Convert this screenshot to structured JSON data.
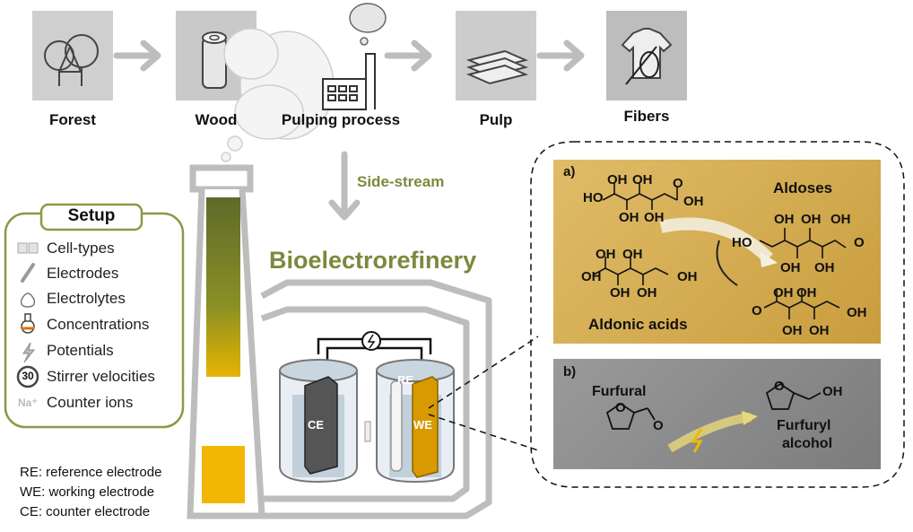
{
  "process": {
    "stages": [
      "Forest",
      "Wood",
      "Pulping process",
      "Pulp",
      "Fibers"
    ],
    "side_stream": "Side-stream"
  },
  "title": "Bioelectrorefinery",
  "setup": {
    "title": "Setup",
    "items": [
      "Cell-types",
      "Electrodes",
      "Electrolytes",
      "Concentrations",
      "Potentials",
      "Stirrer velocities",
      "Counter ions"
    ],
    "stirrer_badge": "30",
    "counter_ion_badge": "Na⁺"
  },
  "cell": {
    "ce": "CE",
    "re": "RE",
    "we": "WE"
  },
  "legend": [
    "RE: reference electrode",
    "WE: working electrode",
    "CE: counter electrode"
  ],
  "panel_a": {
    "label": "a)",
    "aldoses": "Aldoses",
    "aldonic_acids": "Aldonic acids",
    "groups": {
      "oh": "OH",
      "ho": "HO",
      "o": "O"
    }
  },
  "panel_b": {
    "label": "b)",
    "furfural": "Furfural",
    "furfuryl_line1": "Furfuryl",
    "furfuryl_line2": "alcohol",
    "groups": {
      "o": "O",
      "oh": "OH"
    }
  },
  "colors": {
    "arrow_gray": "#bdbdbd",
    "olive": "#7a8a3c",
    "chimney_green": "#5e6b2a",
    "yellow": "#f2b705",
    "panel_gold": "#d9b35a",
    "panel_gray": "#8d8d8d"
  },
  "icons": [
    "cell-types-icon",
    "electrode-icon",
    "electrolyte-icon",
    "flask-icon",
    "lightning-icon",
    "stirrer-badge-icon",
    "counter-ion-badge-icon",
    "factory-icon",
    "tree-icon",
    "log-icon",
    "paper-stack-icon",
    "tshirt-icon",
    "power-icon"
  ]
}
